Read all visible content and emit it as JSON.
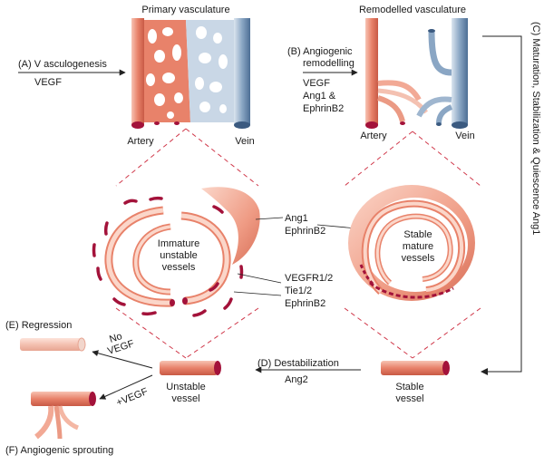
{
  "titles": {
    "primary": "Primary vasculature",
    "remodelled": "Remodelled vasculature"
  },
  "steps": {
    "a_line1": "(A)  V asculogenesis",
    "a_factor": "VEGF",
    "b_line1": "(B) Angiogenic",
    "b_line2": "remodelling",
    "b_factors": [
      "VEGF",
      "Ang1 &",
      "EphrinB2"
    ],
    "c_vertical": "(C) Maturation, Stabilization & Quiescence Ang1",
    "d_label": "(D) Destabilization",
    "d_factor": "Ang2",
    "e_label": "(E) Regression",
    "f_label": "(F) Angiogenic sprouting",
    "no_vegf_line1": "No",
    "no_vegf_line2": "VEGF",
    "plus_vegf": "+VEGF"
  },
  "vessels": {
    "artery_left": "Artery",
    "vein_left": "Vein",
    "artery_right": "Artery",
    "vein_right": "Vein",
    "immature": [
      "Immature",
      "unstable",
      "vessels"
    ],
    "stable_mature": [
      "Stable",
      "mature",
      "vessels"
    ],
    "unstable_vessel": [
      "Unstable",
      "vessel"
    ],
    "stable_vessel": [
      "Stable",
      "vessel"
    ]
  },
  "factors": {
    "ang1_ephrin": [
      "Ang1",
      "EphrinB2"
    ],
    "vegfr_tie_ephrin": [
      "VEGFR1/2",
      "Tie1/2",
      "EphrinB2"
    ]
  },
  "colors": {
    "artery": "#e8826a",
    "artery_dark": "#c0392b",
    "artery_light": "#f4b7a4",
    "vein": "#8aa6c4",
    "vein_dark": "#4d6f95",
    "vein_light": "#c9d7e6",
    "pericyte": "#a3123a",
    "dashed": "#d0384a"
  }
}
